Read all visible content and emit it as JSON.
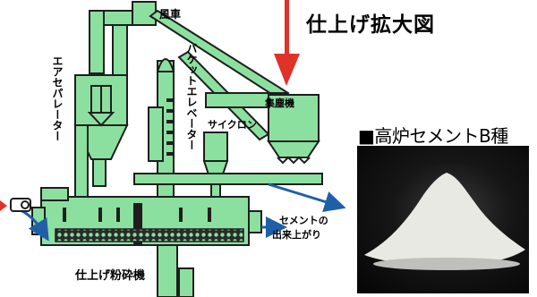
{
  "zoom_title": "仕上げ拡大図",
  "sample_caption": "■高炉セメントB種",
  "labels": {
    "fan": "風車",
    "air_separator": "エアセパレーター",
    "bucket_elevator": "バケットエレベーター",
    "cyclone": "サイクロン",
    "dust_collector": "集塵機",
    "cement_out_line1": "セメントの",
    "cement_out_line2": "出来上がり",
    "finish_mill": "仕上げ粉砕機"
  },
  "colors": {
    "equipment": "#8be0a0",
    "outline": "#1e1e1e",
    "pointer_arrow": "#e03228",
    "flow_arrow": "#1f5fa8",
    "photo_background": "#111111",
    "cement_powder": "#e9e9e4"
  }
}
